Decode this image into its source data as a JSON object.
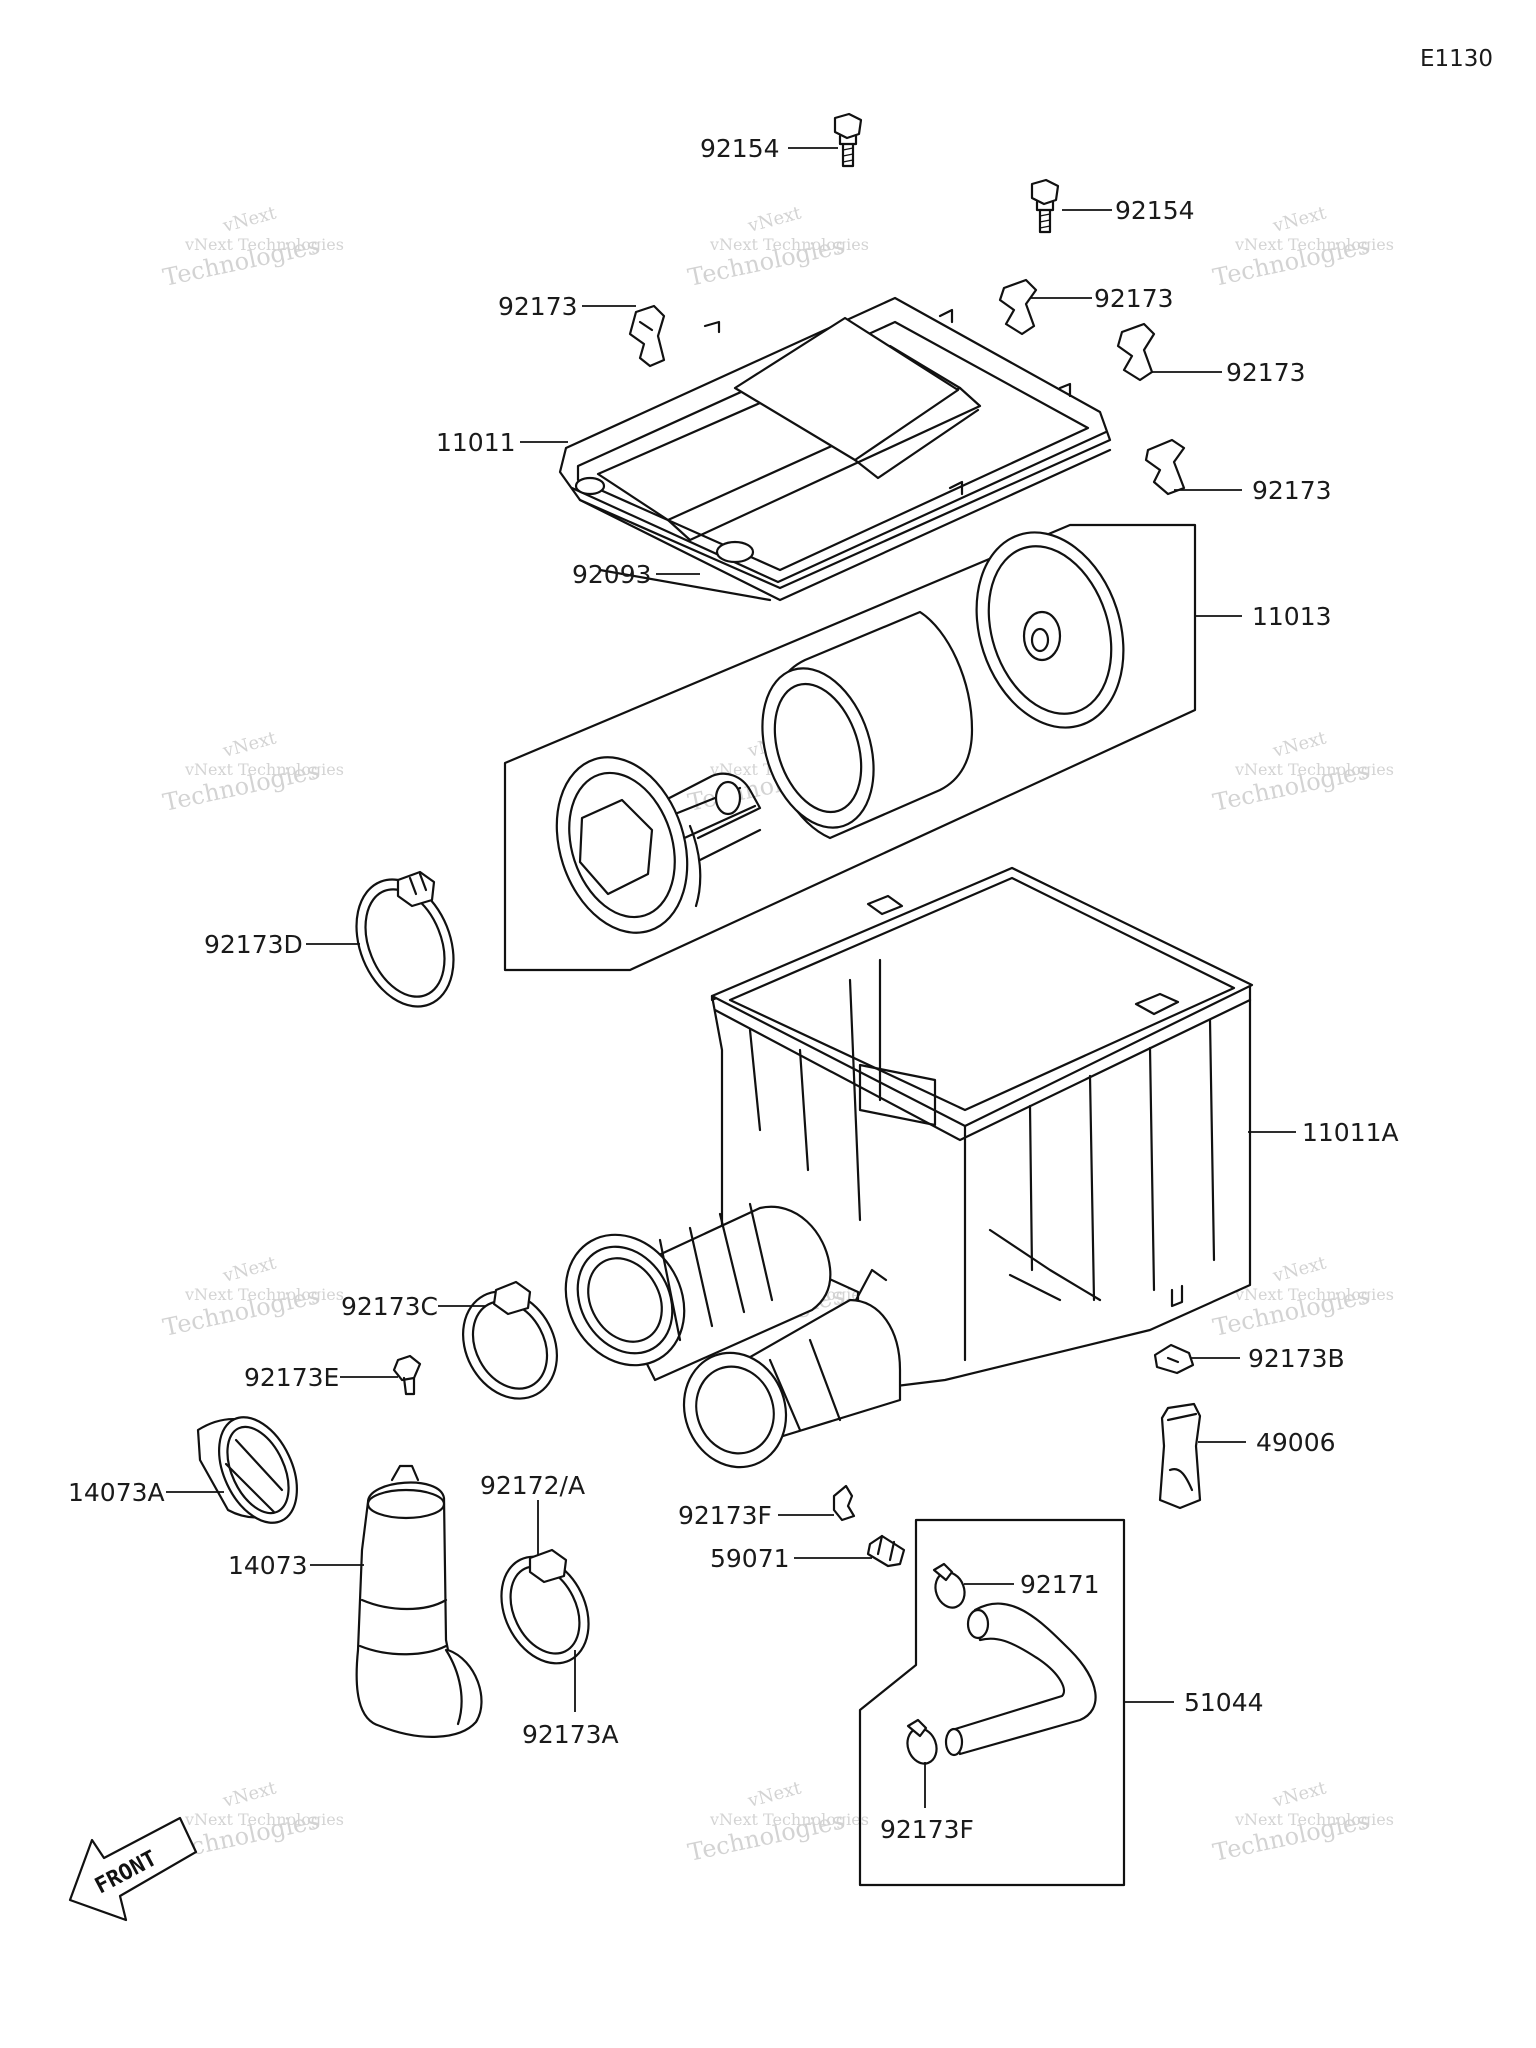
{
  "diagram": {
    "code": "E1130",
    "watermark": {
      "line1": "vNext",
      "line2": "vNext Technologies",
      "line3": "Technologies"
    },
    "callouts": [
      {
        "id": "92154_top",
        "label": "92154"
      },
      {
        "id": "92154_right",
        "label": "92154"
      },
      {
        "id": "92173_left",
        "label": "92173"
      },
      {
        "id": "92173_r1",
        "label": "92173"
      },
      {
        "id": "92173_r2",
        "label": "92173"
      },
      {
        "id": "92173_r3",
        "label": "92173"
      },
      {
        "id": "11011",
        "label": "11011"
      },
      {
        "id": "92093",
        "label": "92093"
      },
      {
        "id": "11013",
        "label": "11013"
      },
      {
        "id": "92173D",
        "label": "92173D"
      },
      {
        "id": "11011A",
        "label": "11011A"
      },
      {
        "id": "92173C",
        "label": "92173C"
      },
      {
        "id": "92173E",
        "label": "92173E"
      },
      {
        "id": "92173B",
        "label": "92173B"
      },
      {
        "id": "49006",
        "label": "49006"
      },
      {
        "id": "14073A",
        "label": "14073A"
      },
      {
        "id": "14073",
        "label": "14073"
      },
      {
        "id": "92172A",
        "label": "92172/A"
      },
      {
        "id": "92173A",
        "label": "92173A"
      },
      {
        "id": "92173F_top",
        "label": "92173F"
      },
      {
        "id": "59071",
        "label": "59071"
      },
      {
        "id": "92171",
        "label": "92171"
      },
      {
        "id": "51044",
        "label": "51044"
      },
      {
        "id": "92173F_bottom",
        "label": "92173F"
      }
    ],
    "front_label": "FRONT"
  }
}
